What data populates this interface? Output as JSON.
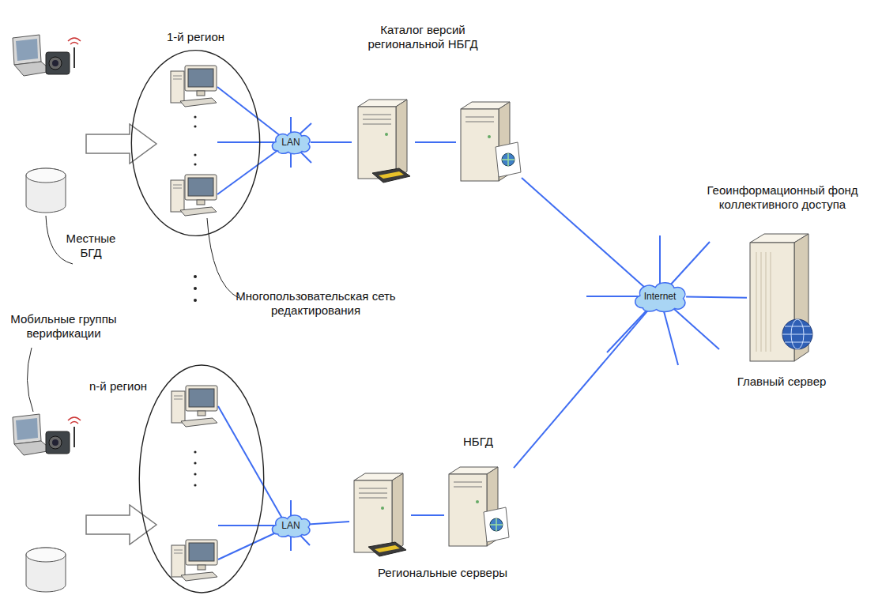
{
  "diagram": {
    "nodes": [
      {
        "text": [
          "1-й регион"
        ]
      },
      {
        "text": [
          "LAN"
        ]
      },
      {
        "text": [
          "Каталог версий региональной НБГД"
        ]
      },
      {
        "text": [
          "Internet"
        ]
      },
      {
        "text": [
          "Главный сервер"
        ]
      },
      {
        "text": [
          "n-й регион"
        ]
      },
      {
        "text": [
          "LAN"
        ]
      },
      {
        "text": [
          "НБГД"
        ]
      }
    ],
    "edges": [
      {
        "from": 1,
        "to": 2,
        "arrow": "none"
      },
      {
        "from": 3,
        "to": 4,
        "arrow": "none"
      },
      {
        "from": 7,
        "to": 3,
        "arrow": "none"
      }
    ],
    "labels": [
      "Местные БГД",
      "Многопользовательская сеть редактирования",
      "Мобильные группы верификации",
      "Геоинформационный фонд коллективного доступа",
      "Региональные серверы"
    ]
  }
}
